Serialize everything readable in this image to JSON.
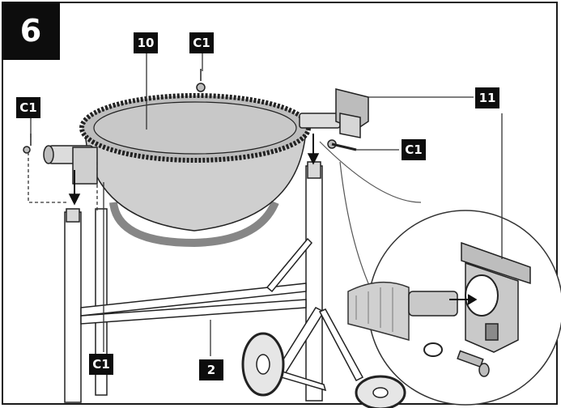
{
  "step": {
    "number": "6"
  },
  "callouts": {
    "bowl": "10",
    "bolt_top": "C1",
    "bolt_left": "C1",
    "bracket": "11",
    "bolt_right": "C1",
    "bolt_bottom": "C1",
    "crossbar": "2"
  }
}
